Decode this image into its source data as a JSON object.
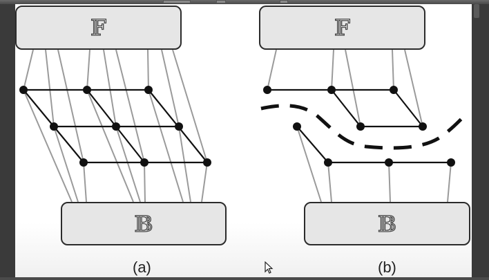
{
  "panel_a": {
    "top_box_label": "𝔽",
    "bottom_box_label": "𝔹",
    "caption": "(a)"
  },
  "panel_b": {
    "top_box_label": "𝔽",
    "bottom_box_label": "𝔹",
    "caption": "(b)"
  },
  "colors": {
    "box_fill": "#e6e6e6",
    "box_border": "#2b2b2b",
    "node": "#111111",
    "edge": "#111111",
    "link": "#9a9a9a"
  },
  "icons": {
    "cursor": "mouse-pointer-icon"
  }
}
